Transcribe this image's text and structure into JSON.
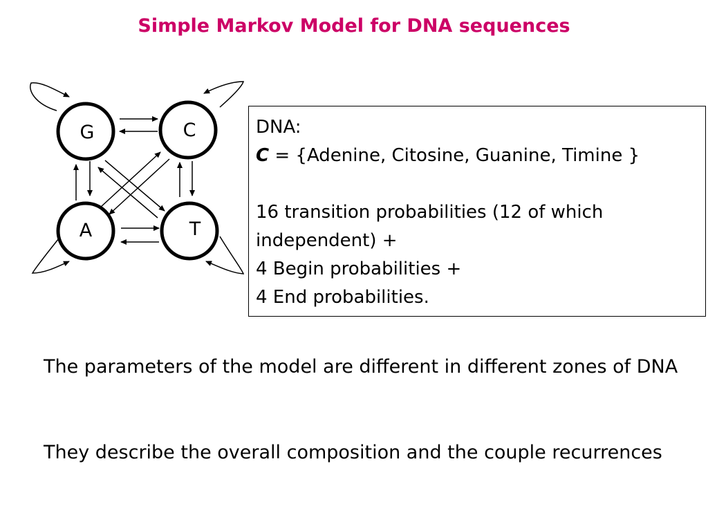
{
  "title": "Simple Markov Model for DNA sequences",
  "diagram": {
    "nodes": [
      {
        "id": "G",
        "label": "G"
      },
      {
        "id": "C",
        "label": "C"
      },
      {
        "id": "A",
        "label": "A"
      },
      {
        "id": "T",
        "label": "T"
      }
    ],
    "edges": [
      [
        "G",
        "G"
      ],
      [
        "C",
        "C"
      ],
      [
        "A",
        "A"
      ],
      [
        "T",
        "T"
      ],
      [
        "G",
        "C"
      ],
      [
        "C",
        "G"
      ],
      [
        "A",
        "T"
      ],
      [
        "T",
        "A"
      ],
      [
        "G",
        "A"
      ],
      [
        "A",
        "G"
      ],
      [
        "C",
        "T"
      ],
      [
        "T",
        "C"
      ],
      [
        "G",
        "T"
      ],
      [
        "T",
        "G"
      ],
      [
        "A",
        "C"
      ],
      [
        "C",
        "A"
      ]
    ]
  },
  "info": {
    "line1": "DNA:",
    "line2_symbol": "C",
    "line2_rest": " = {Adenine, Citosine, Guanine, Timine }",
    "line3": "16 transition probabilities (12 of which",
    "line4": "independent) +",
    "line5": "4 Begin probabilities +",
    "line6": "4 End probabilities."
  },
  "para1": "The parameters of the model are different in different zones of DNA",
  "para2": "They describe the overall composition and the couple recurrences"
}
